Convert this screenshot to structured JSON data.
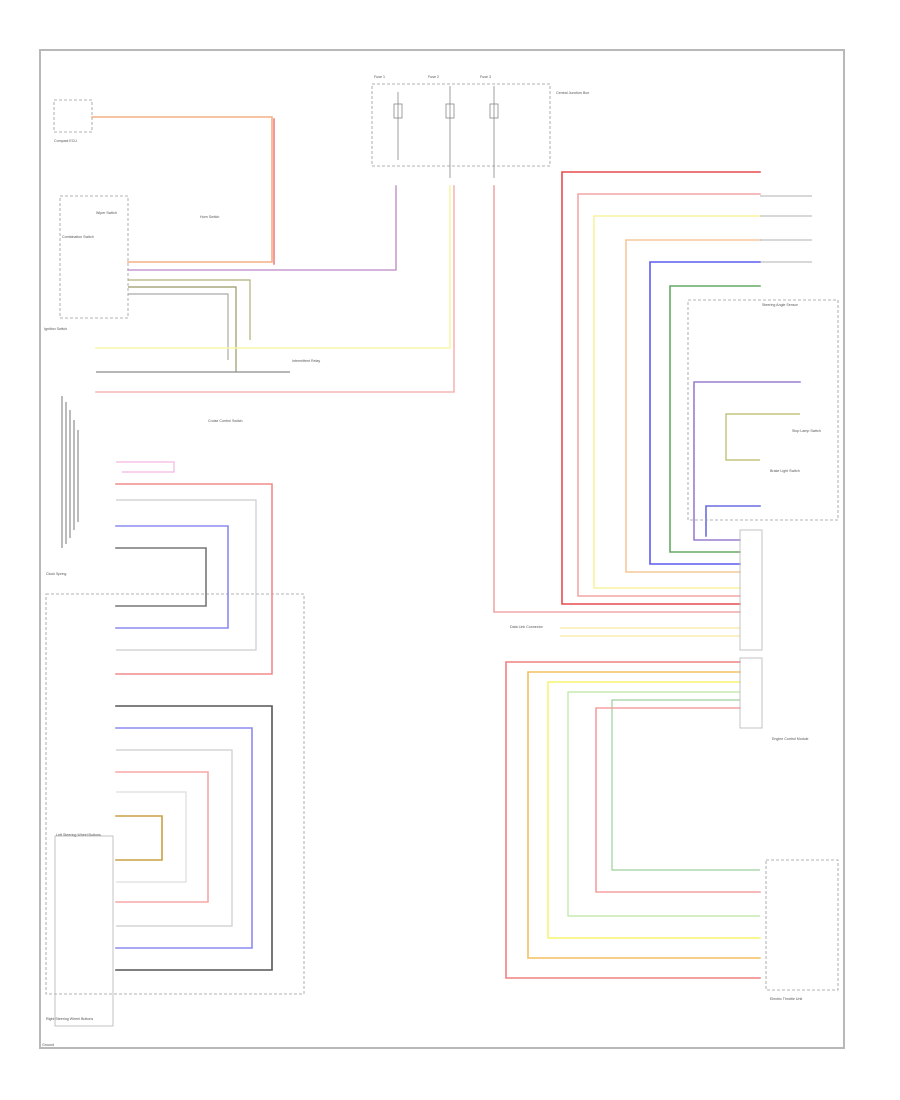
{
  "labels": {
    "id_0": "Compact ECU",
    "id_1": "Wiper Switch",
    "id_2": "Horn Switch",
    "id_3": "Combination Switch",
    "id_4": "Ignition Switch",
    "id_5": "Intermittent Relay",
    "id_6": "Clock Spring",
    "id_7": "Left Steering Wheel Buttons",
    "id_8": "Right Steering Wheel Buttons",
    "id_9": "Fuse 1",
    "id_10": "Fuse 2",
    "id_11": "Fuse 3",
    "id_12": "Central Junction Box",
    "id_13": "Steering Angle Sensor",
    "id_14": "Stop Lamp Switch",
    "id_15": "Brake Light Switch",
    "id_16": "Engine Control Module",
    "id_17": "Electric Throttle Unit",
    "id_18": "Cruise Control Switch",
    "id_19": "Data Link Connector",
    "id_20": "Ground"
  }
}
